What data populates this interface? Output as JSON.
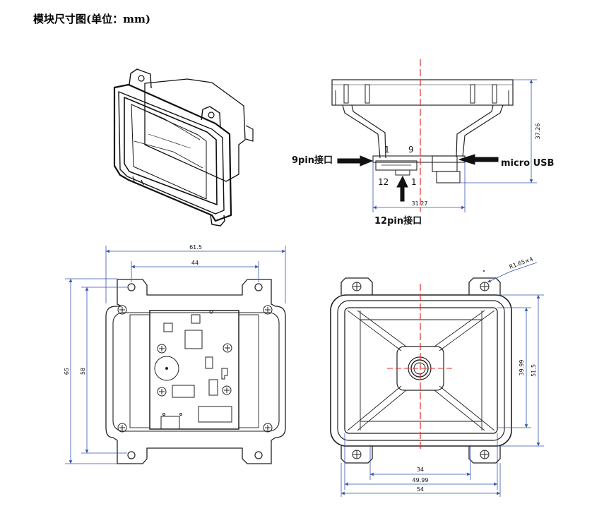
{
  "title": "模块尺寸图(单位：mm)",
  "side_view": {
    "left_connector_label": "9pin接口",
    "right_connector_label": "micro USB",
    "bottom_connector_label": "12pin接口",
    "pin_top_left": "1",
    "pin_top_right": "9",
    "pin_bottom_left": "12",
    "pin_bottom_right": "1",
    "dim_height": "37.26",
    "dim_width": "31.27"
  },
  "back_view": {
    "dim_total_width": "61.5",
    "dim_hole_spacing": "44",
    "dim_total_height": "65",
    "dim_hole_height": "58"
  },
  "front_view": {
    "dim_radius": "R1.65×4",
    "dim_window_height": "39.99",
    "dim_outer_height": "51.5",
    "dim_hole_spacing": "34",
    "dim_window_width": "49.99",
    "dim_outer_width": "54"
  }
}
